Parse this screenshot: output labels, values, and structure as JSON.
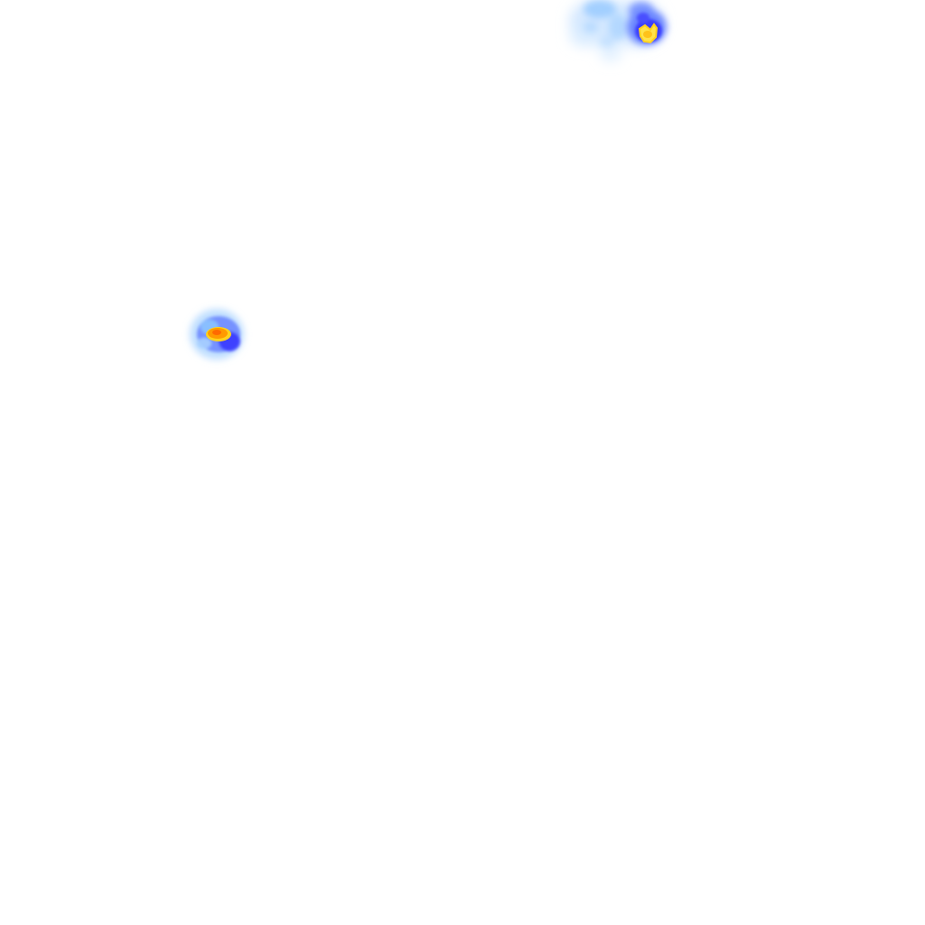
{
  "map": {
    "kind": "precipitation-radar-overlay-tile",
    "background_color": "#ffffff",
    "colors": {
      "light_blue": "#cfe6ff",
      "sky_blue": "#8cc4ff",
      "mid_blue": "#5f7cff",
      "deep_blue": "#3a3dff",
      "yellow": "#ffd21e",
      "orange": "#ff9a00",
      "orange_red": "#ff6a00"
    },
    "echoes": [
      {
        "name": "echo-northeast",
        "peak_category": "yellow"
      },
      {
        "name": "echo-west",
        "peak_category": "orange"
      }
    ]
  }
}
